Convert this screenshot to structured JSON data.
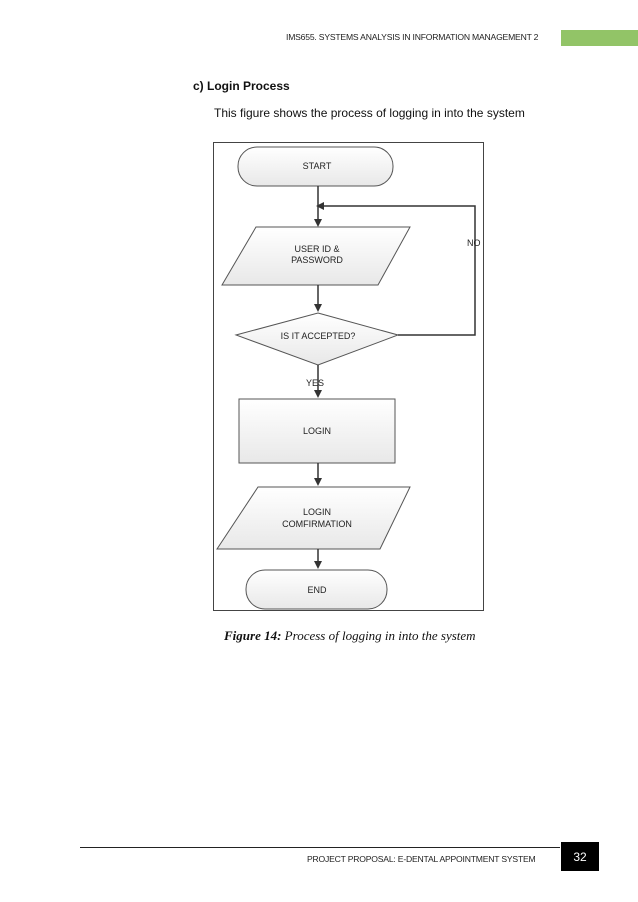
{
  "header": {
    "title": "IMS655. SYSTEMS ANALYSIS IN INFORMATION MANAGEMENT 2",
    "accent_color": "#92c467"
  },
  "section": {
    "heading": "c)  Login Process",
    "description": "This figure shows the process of logging  in into the system"
  },
  "flowchart": {
    "start": "START",
    "input_line1": "USER ID &",
    "input_line2": "PASSWORD",
    "decision": "IS IT ACCEPTED?",
    "no_label": "NO",
    "yes_label": "YES",
    "process": "LOGIN",
    "output_line1": "LOGIN",
    "output_line2": "COMFIRMATION",
    "end": "END"
  },
  "caption": {
    "label": "Figure 14:",
    "text": " Process of logging in into the system"
  },
  "footer": {
    "title": "PROJECT  PROPOSAL:  E-DENTAL  APPOINTMENT  SYSTEM",
    "page_number": "32"
  }
}
